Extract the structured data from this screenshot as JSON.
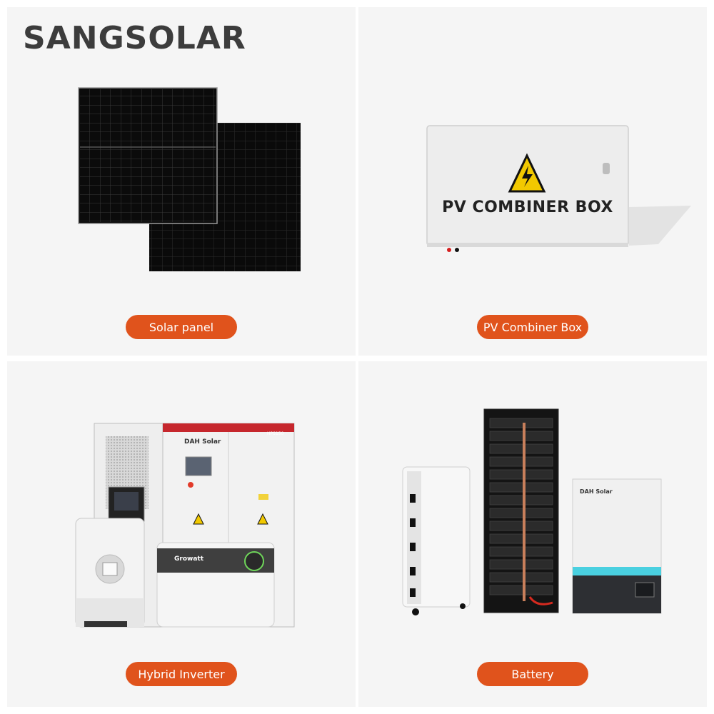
{
  "brand": {
    "logo_text": "SANGSOLAR"
  },
  "products": [
    {
      "label": "Solar panel"
    },
    {
      "label": "PV Combiner Box",
      "device_text": "PV COMBINER BOX"
    },
    {
      "label": "Hybrid Inverter",
      "brand_marks": [
        "DAH Solar",
        "HPS150",
        "Growatt"
      ]
    },
    {
      "label": "Battery",
      "brand_marks": [
        "DAH Solar"
      ]
    }
  ],
  "colors": {
    "accent": "#e0531c",
    "panel_bg": "#f5f5f5",
    "logo": "#3c3c3c"
  }
}
